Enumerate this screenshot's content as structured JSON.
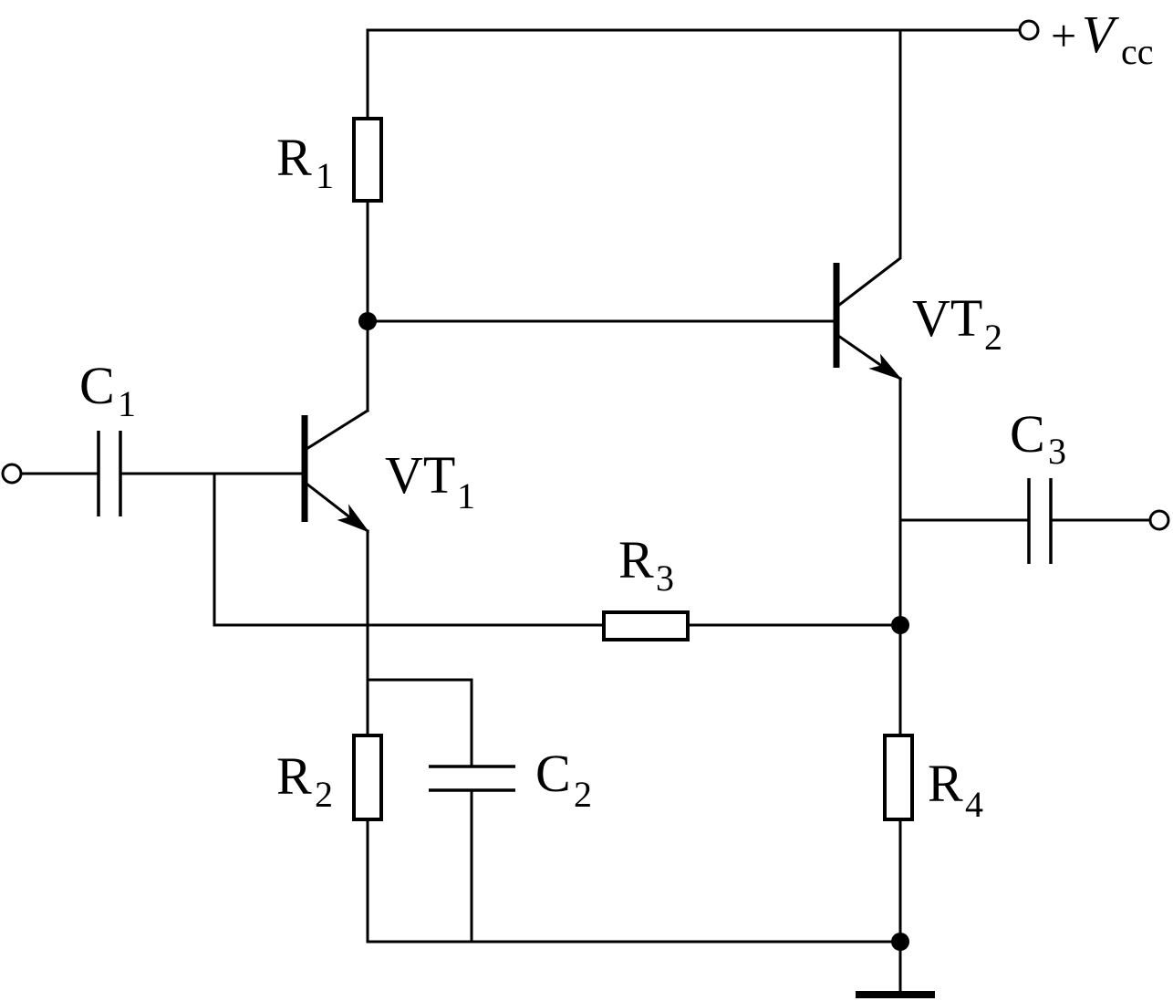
{
  "labels": {
    "r1": {
      "main": "R",
      "sub": "1"
    },
    "r2": {
      "main": "R",
      "sub": "2"
    },
    "r3": {
      "main": "R",
      "sub": "3"
    },
    "r4": {
      "main": "R",
      "sub": "4"
    },
    "c1": {
      "main": "C",
      "sub": "1"
    },
    "c2": {
      "main": "C",
      "sub": "2"
    },
    "c3": {
      "main": "C",
      "sub": "3"
    },
    "vt1": {
      "main": "VT",
      "sub": "1"
    },
    "vt2": {
      "main": "VT",
      "sub": "2"
    },
    "vcc": {
      "prefix": "+",
      "main": "V",
      "sub": "cc"
    }
  }
}
